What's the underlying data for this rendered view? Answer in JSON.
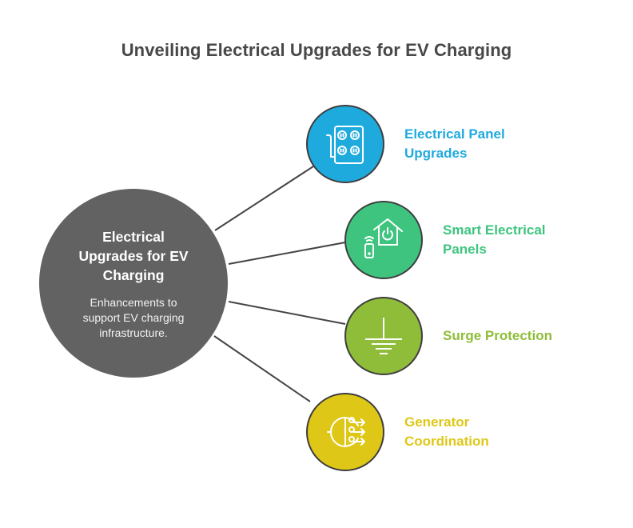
{
  "title": "Unveiling Electrical Upgrades for EV Charging",
  "hub": {
    "title_line1": "Electrical",
    "title_line2": "Upgrades for EV",
    "title_line3": "Charging",
    "desc_line1": "Enhancements to",
    "desc_line2": "support EV charging",
    "desc_line3": "infrastructure.",
    "color": "#626262"
  },
  "nodes": [
    {
      "line1": "Electrical Panel",
      "line2": "Upgrades",
      "icon": "power-strip-icon",
      "color": "#1faadd",
      "text_color": "#1faadd"
    },
    {
      "line1": "Smart Electrical",
      "line2": "Panels",
      "icon": "smart-home-remote-icon",
      "color": "#3ec47f",
      "text_color": "#3ec47f"
    },
    {
      "line1": "Surge Protection",
      "line2": "",
      "icon": "ground-symbol-icon",
      "color": "#8fbd3a",
      "text_color": "#8fbd3a"
    },
    {
      "line1": "Generator",
      "line2": "Coordination",
      "icon": "logic-gate-flow-icon",
      "color": "#dfc718",
      "text_color": "#dfc718"
    }
  ]
}
